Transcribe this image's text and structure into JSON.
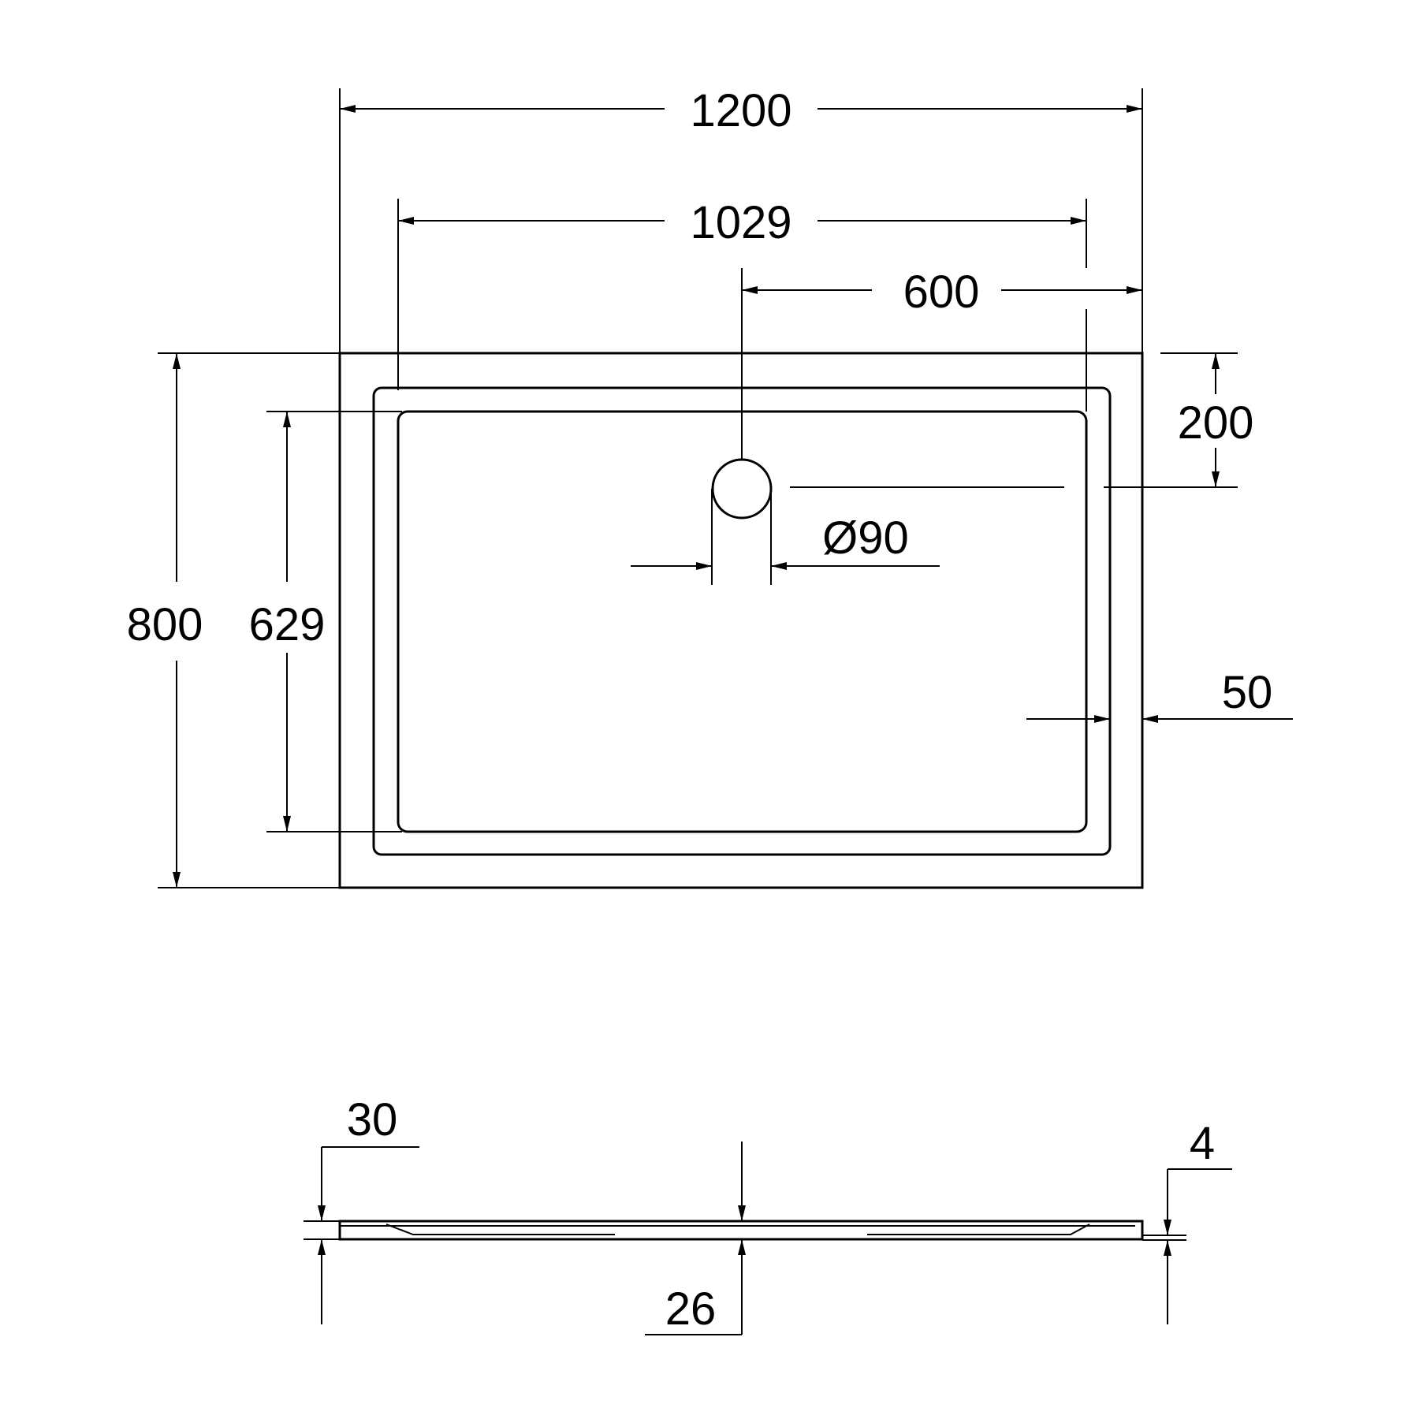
{
  "plan_view": {
    "overall_width": "1200",
    "inner_width": "1029",
    "drain_offset_x": "600",
    "drain_offset_y": "200",
    "drain_diameter": "Ø90",
    "overall_depth": "800",
    "inner_depth": "629",
    "rim_width": "50"
  },
  "section_view": {
    "total_height": "30",
    "base_height": "26",
    "rim_height": "4"
  },
  "colors": {
    "line": "#000000",
    "background": "#ffffff"
  }
}
